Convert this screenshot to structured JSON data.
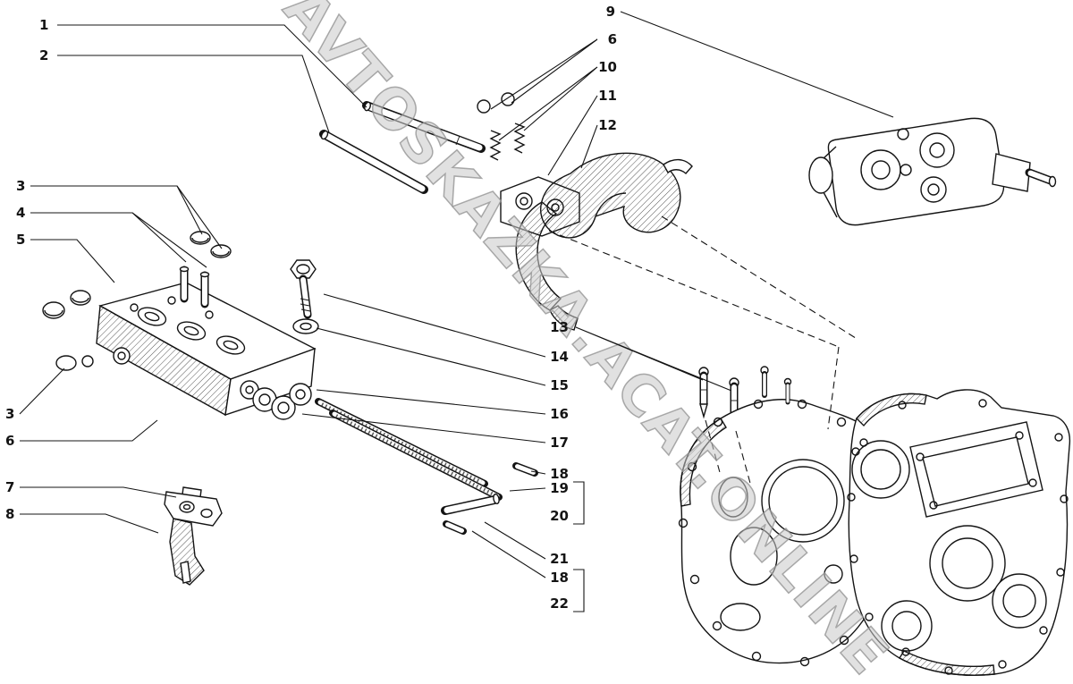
{
  "watermark": {
    "text": "AVTOSKAZKA.ACAT.ONLINE",
    "fill": "#c9c9c9",
    "outline": "#8f8f8f"
  },
  "colors": {
    "background": "#ffffff",
    "line": "#141414"
  },
  "callouts": [
    {
      "label": "1"
    },
    {
      "label": "2"
    },
    {
      "label": "3"
    },
    {
      "label": "4"
    },
    {
      "label": "5"
    },
    {
      "label": "3"
    },
    {
      "label": "6"
    },
    {
      "label": "7"
    },
    {
      "label": "8"
    },
    {
      "label": "6"
    },
    {
      "label": "10"
    },
    {
      "label": "11"
    },
    {
      "label": "12"
    },
    {
      "label": "9"
    },
    {
      "label": "13"
    },
    {
      "label": "14"
    },
    {
      "label": "15"
    },
    {
      "label": "16"
    },
    {
      "label": "17"
    },
    {
      "label": "18"
    },
    {
      "label": "19"
    },
    {
      "label": "20"
    },
    {
      "label": "21"
    },
    {
      "label": "18"
    },
    {
      "label": "22"
    }
  ]
}
